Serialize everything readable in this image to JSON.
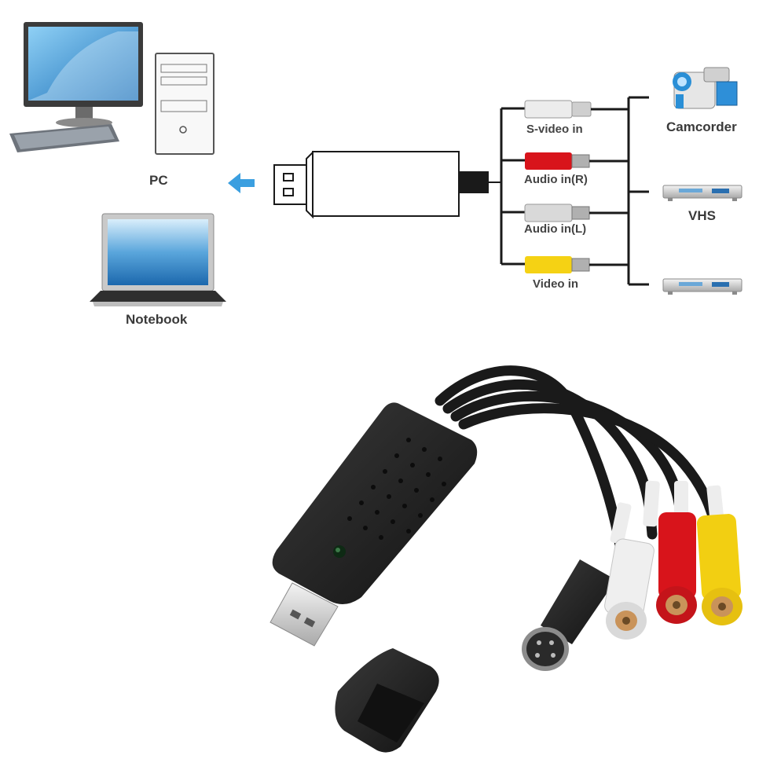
{
  "labels": {
    "pc": "PC",
    "notebook": "Notebook",
    "camcorder": "Camcorder",
    "vhs": "VHS",
    "svideo": "S-video in",
    "audio_r": "Audio in(R)",
    "audio_l": "Audio in(L)",
    "video": "Video in"
  },
  "colors": {
    "arrow": "#3b9fe0",
    "svideo_plug": "#e8e8e8",
    "audio_r_plug": "#d8141b",
    "audio_l_plug": "#d9d9d9",
    "video_plug": "#f5d214",
    "device_body": "#1c1c1c"
  },
  "icons": [
    "desktop-pc-icon",
    "notebook-icon",
    "usb-dongle-icon",
    "camcorder-icon",
    "vhs-player-icon",
    "dvd-player-icon",
    "arrow-left-icon"
  ]
}
